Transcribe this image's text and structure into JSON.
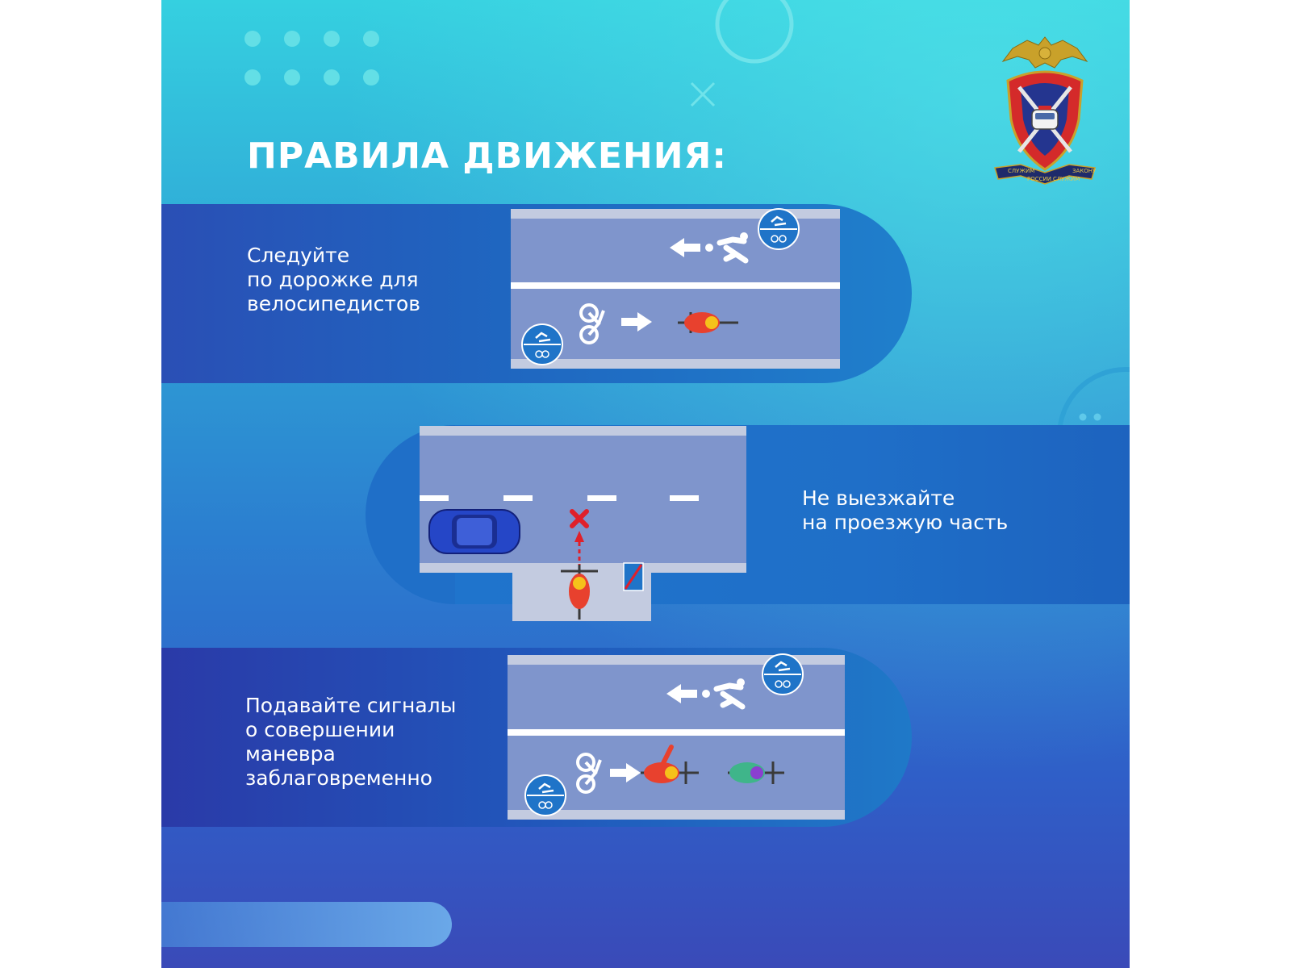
{
  "title": "ПРАВИЛА ДВИЖЕНИЯ:",
  "rules": [
    {
      "lines": [
        "Следуйте",
        "по дорожке для",
        "велосипедистов"
      ]
    },
    {
      "lines": [
        "Не выезжайте",
        "на проезжую часть"
      ]
    },
    {
      "lines": [
        "Подавайте сигналы",
        "о совершении",
        "маневра",
        "заблаговременно"
      ]
    }
  ],
  "emblem": {
    "ribbon_words": [
      "СЛУЖИМ",
      "РОССИИ",
      "СЛУЖИМ",
      "ЗАКОНУ"
    ]
  },
  "colors": {
    "road": "#7f95cc",
    "road_edge": "#c3cbe0",
    "marking": "#ffffff",
    "sign": "#1f74c8",
    "cyclist_jacket": "#e8412e",
    "helmet": "#f5c21b",
    "car": "#2546c7",
    "cross_mark": "#e0202a"
  },
  "icons": [
    "emblem-icon",
    "shared-path-sign-icon",
    "pedestrian-icon",
    "bicycle-icon",
    "arrow-left-icon",
    "arrow-right-icon",
    "cyclist-icon",
    "car-icon",
    "prohibited-icon",
    "end-of-path-sign-icon"
  ]
}
